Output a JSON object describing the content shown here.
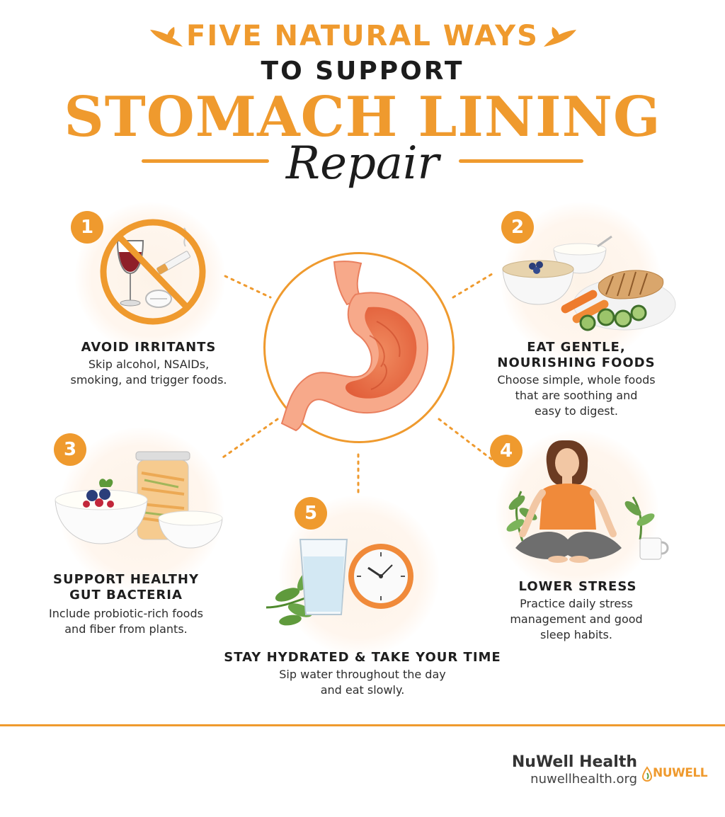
{
  "header": {
    "kicker": "FIVE NATURAL WAYS",
    "subtitle": "TO SUPPORT",
    "title": "STOMACH LINING",
    "script_word": "Repair"
  },
  "sections": [
    {
      "number": "1",
      "heading": "AVOID IRRITANTS",
      "desc_1": "Skip alcohol, NSAIDs,",
      "desc_2": "smoking, and trigger foods."
    },
    {
      "number": "2",
      "heading_1": "EAT GENTLE,",
      "heading_2": "NOURISHING FOODS",
      "desc_1": "Choose simple, whole foods",
      "desc_2": "that are soothing and",
      "desc_3": "easy to digest."
    },
    {
      "number": "3",
      "heading_1": "SUPPORT HEALTHY",
      "heading_2": "GUT BACTERIA",
      "desc_1": "Include probiotic-rich foods",
      "desc_2": "and fiber from plants."
    },
    {
      "number": "4",
      "heading": "LOWER STRESS",
      "desc_1": "Practice daily stress",
      "desc_2": "management and good",
      "desc_3": "sleep habits."
    },
    {
      "number": "5",
      "heading": "STAY HYDRATED & TAKE YOUR TIME",
      "desc_1": "Sip water throughout the day",
      "desc_2": "and eat slowly."
    }
  ],
  "footer": {
    "brand": "NuWell Health",
    "url": "nuwellhealth.org",
    "logo_text": "NUWELL"
  },
  "colors": {
    "accent": "#ef9a2e",
    "text": "#1e1e1e"
  },
  "icons": [
    "leaf-icon",
    "no-irritants-icon",
    "stomach-illustration",
    "gentle-foods-icon",
    "probiotic-foods-icon",
    "meditation-icon",
    "water-clock-icon",
    "nuwell-logo-icon"
  ]
}
